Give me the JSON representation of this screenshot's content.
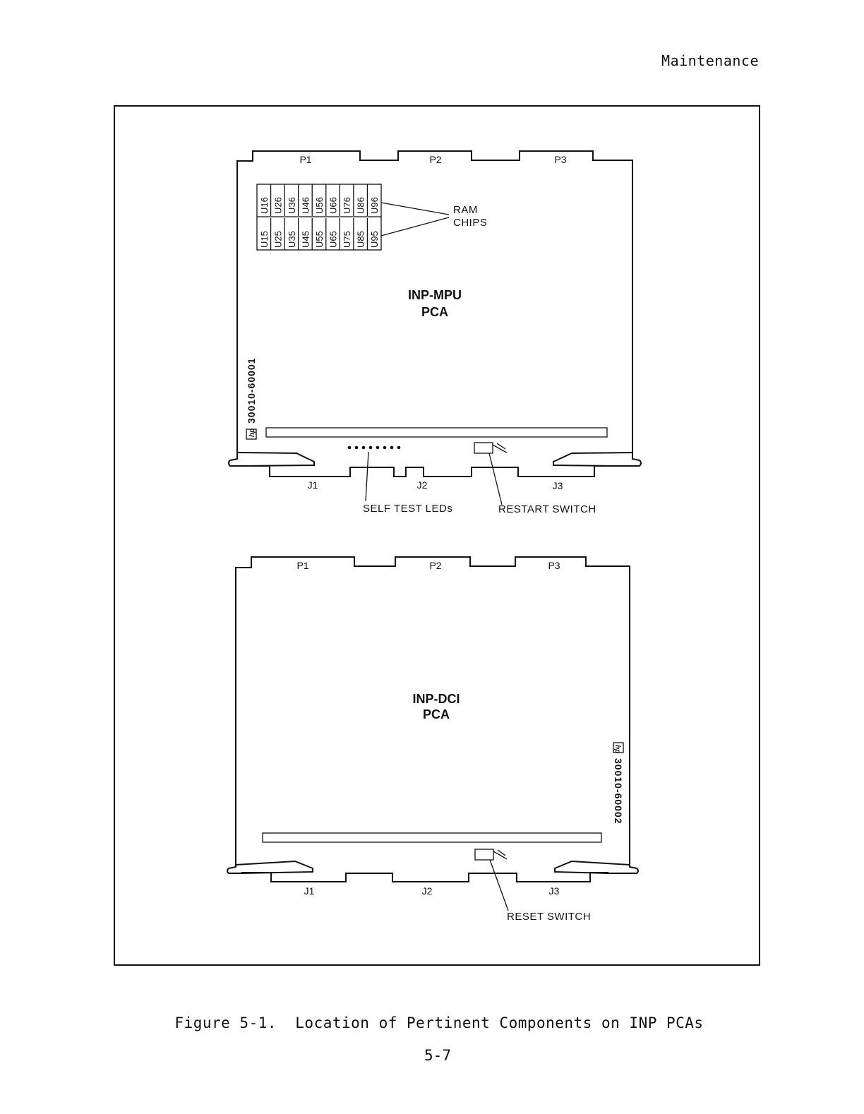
{
  "header": {
    "title": "Maintenance"
  },
  "figure": {
    "caption": "Figure 5-1.  Location of Pertinent Components on INP PCAs",
    "page_number": "5-7"
  },
  "mpu": {
    "name_line1": "INP-MPU",
    "name_line2": "PCA",
    "part_number": "30010-60001",
    "top_connectors": [
      "P1",
      "P2",
      "P3"
    ],
    "bottom_connectors": [
      "J1",
      "J2",
      "J3"
    ],
    "ram_chips_top": [
      "U16",
      "U26",
      "U36",
      "U46",
      "U56",
      "U66",
      "U76",
      "U86",
      "U96"
    ],
    "ram_chips_bottom": [
      "U15",
      "U25",
      "U35",
      "U45",
      "U55",
      "U65",
      "U75",
      "U85",
      "U95"
    ],
    "ram_label_line1": "RAM",
    "ram_label_line2": "CHIPS",
    "leds_label": "SELF TEST LEDs",
    "led_count": 8,
    "switch_label": "RESTART SWITCH"
  },
  "dci": {
    "name_line1": "INP-DCI",
    "name_line2": "PCA",
    "part_number": "30010-60002",
    "top_connectors": [
      "P1",
      "P2",
      "P3"
    ],
    "bottom_connectors": [
      "J1",
      "J2",
      "J3"
    ],
    "switch_label": "RESET SWITCH"
  }
}
